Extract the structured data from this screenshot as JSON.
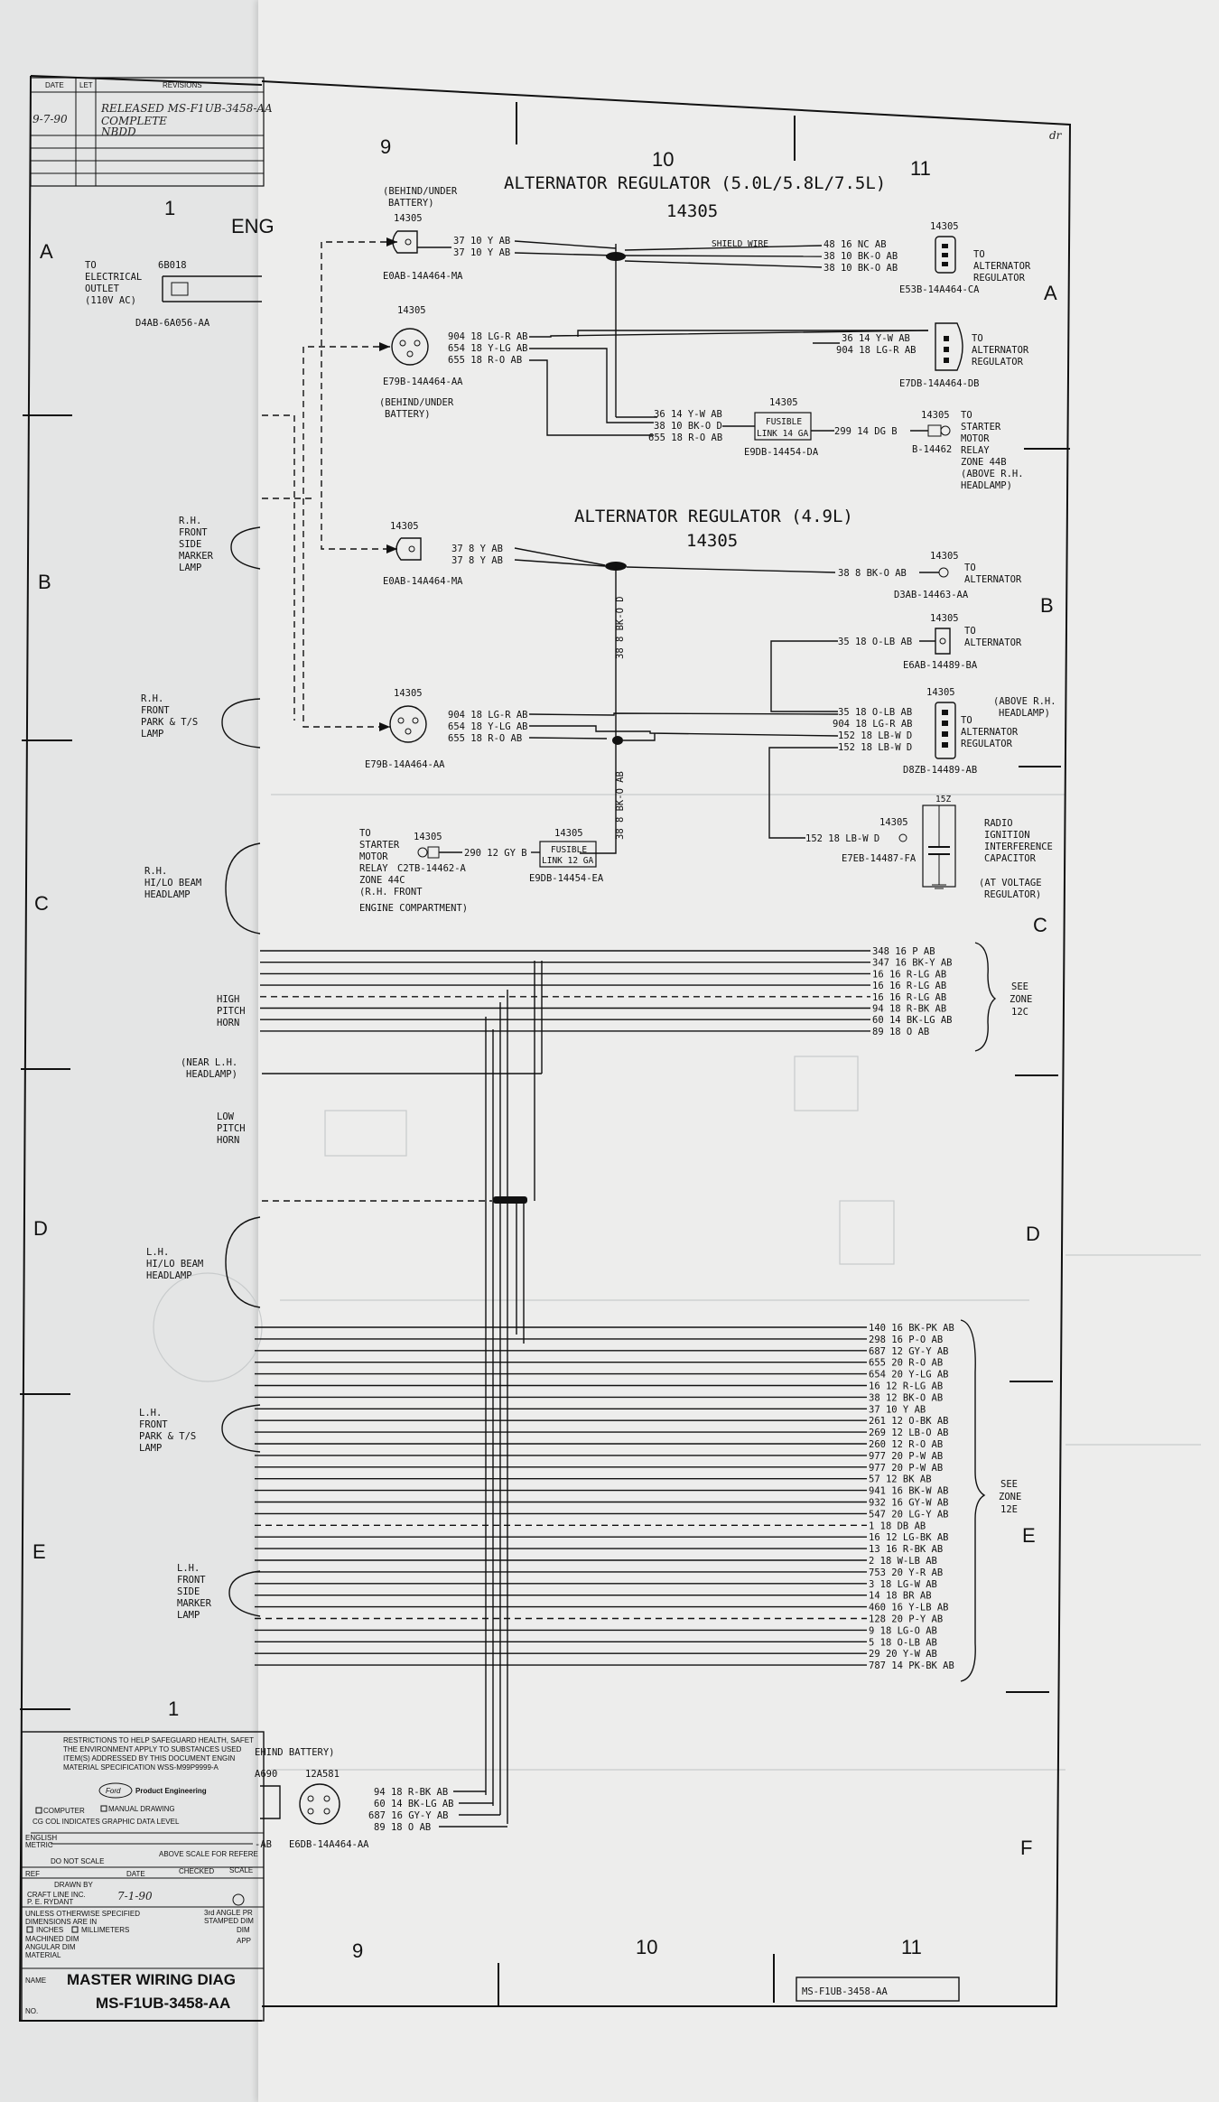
{
  "zones": {
    "numbers": [
      "9",
      "10",
      "11",
      "1",
      "9",
      "10",
      "11",
      "1"
    ],
    "letters_right": [
      "A",
      "B",
      "C",
      "D",
      "E",
      "F"
    ],
    "letters_left": [
      "A",
      "B",
      "C",
      "D",
      "E"
    ]
  },
  "revisions": {
    "col_date": "DATE",
    "col_ltr": "LET",
    "col_rev": "REVISIONS",
    "hand_date": "9-7-90",
    "hand_lines": [
      "RELEASED MS-F1UB-3458-AA",
      "COMPLETE",
      "NBDD"
    ]
  },
  "corner_mark": "dr",
  "left_sheet": {
    "eng_label": "ENG",
    "outlet": {
      "to": "TO",
      "line1": "ELECTRICAL",
      "line2": "OUTLET",
      "line3": "(110V AC)",
      "part": "6B018",
      "conn": "D4AB-6A056-AA"
    },
    "rh_marker": [
      "R.H.",
      "FRONT",
      "SIDE",
      "MARKER",
      "LAMP"
    ],
    "rh_park": [
      "R.H.",
      "FRONT",
      "PARK & T/S",
      "LAMP"
    ],
    "rh_head": [
      "R.H.",
      "HI/LO BEAM",
      "HEADLAMP"
    ],
    "high_horn": [
      "HIGH",
      "PITCH",
      "HORN"
    ],
    "near_lh": [
      "(NEAR L.H.",
      "HEADLAMP)"
    ],
    "low_horn": [
      "LOW",
      "PITCH",
      "HORN"
    ],
    "lh_head": [
      "L.H.",
      "HI/LO BEAM",
      "HEADLAMP"
    ],
    "lh_park": [
      "L.H.",
      "FRONT",
      "PARK & T/S",
      "LAMP"
    ],
    "lh_marker": [
      "L.H.",
      "FRONT",
      "SIDE",
      "MARKER",
      "LAMP"
    ]
  },
  "title_block": {
    "restrictions": [
      "RESTRICTIONS TO HELP SAFEGUARD HEALTH, SAFET",
      "THE ENVIRONMENT APPLY TO SUBSTANCES USED",
      "ITEM(S) ADDRESSED BY THIS DOCUMENT ENGIN",
      "MATERIAL SPECIFICATION WSS-M99P9999-A"
    ],
    "brand": "Ford",
    "brand_sub": "Product Engineering",
    "computer": "COMPUTER",
    "manual": "MANUAL DRAWING",
    "cg": "CG COL INDICATES GRAPHIC DATA LEVEL",
    "english": "ENGLISH",
    "metric": "METRIC",
    "scale_ref": "ABOVE SCALE FOR REFERE",
    "do_not": "DO NOT SCALE",
    "ref": "REF",
    "drawn_by": "DRAWN BY",
    "date": "DATE",
    "checked": "CHECKED",
    "scale": "SCALE",
    "drawer": "CRAFT LINE INC.",
    "drawer2": "P. E. RYDANT",
    "drawn_date": "7-1-90",
    "unless": [
      "UNLESS OTHERWISE SPECIFIED",
      "DIMENSIONS ARE IN",
      "INCHES",
      "MILLIMETERS",
      "MACHINED DIM",
      "ANGULAR DIM",
      "MATERIAL"
    ],
    "third_angle": [
      "3rd ANGLE PR",
      "STAMPED DIM",
      "DIM"
    ],
    "app": "APP",
    "name": "NAME",
    "no": "NO.",
    "title": "MASTER WIRING DIAG",
    "number": "MS-F1UB-3458-AA",
    "num_box": "MS-F1UB-3458-AA"
  },
  "alt1": {
    "title": "ALTERNATOR REGULATOR (5.0L/5.8L/7.5L)",
    "num": "14305",
    "c1": {
      "loc1": "(BEHIND/UNDER",
      "loc2": "BATTERY)",
      "part": "14305",
      "pins": [
        "37 10 Y AB",
        "37 10 Y AB"
      ],
      "conn": "E0AB-14A464-MA"
    },
    "c2": {
      "part": "14305",
      "pins": [
        "904 18 LG-R AB",
        "654 18 Y-LG AB",
        "655 18 R-O AB"
      ],
      "conn": "E79B-14A464-AA",
      "loc1": "(BEHIND/UNDER",
      "loc2": "BATTERY)"
    },
    "shield": "SHIELD WIRE",
    "r1": {
      "part": "14305",
      "pins": [
        "48 16 NC AB",
        "38 10 BK-O AB",
        "38 10 BK-O AB"
      ],
      "conn": "E53B-14A464-CA",
      "to": [
        "TO",
        "ALTERNATOR",
        "REGULATOR"
      ]
    },
    "r2": {
      "pins": [
        "36 14 Y-W AB",
        "904 18 LG-R AB"
      ],
      "conn": "E7DB-14A464-DB",
      "to": [
        "TO",
        "ALTERNATOR",
        "REGULATOR"
      ]
    },
    "fuse": {
      "part": "14305",
      "l1": "FUSIBLE",
      "l2": "LINK 14 GA",
      "pins": [
        "36 14 Y-W AB",
        "38 10 BK-O D",
        "655 18 R-O AB"
      ],
      "out": "299 14 DG B",
      "conn": "E9DB-14454-DA"
    },
    "starter": {
      "part": "14305",
      "conn": "B-14462",
      "to": [
        "TO",
        "STARTER",
        "MOTOR",
        "RELAY",
        "ZONE 44B",
        "(ABOVE R.H.",
        "HEADLAMP)"
      ]
    }
  },
  "alt2": {
    "title": "ALTERNATOR REGULATOR (4.9L)",
    "num": "14305",
    "c1": {
      "part": "14305",
      "pins": [
        "37 8  Y AB",
        "37 8  Y AB"
      ],
      "conn": "E0AB-14A464-MA"
    },
    "r1": {
      "part": "14305",
      "pin": "38 8  BK-O AB",
      "conn": "D3AB-14463-AA",
      "to": [
        "TO",
        "ALTERNATOR"
      ]
    },
    "vert1": "38 8  BK-O D",
    "r2": {
      "part": "14305",
      "pin": "35 18 O-LB AB",
      "conn": "E6AB-14489-BA",
      "to": [
        "TO",
        "ALTERNATOR"
      ]
    },
    "c2": {
      "part": "14305",
      "pins": [
        "904 18 LG-R AB",
        "654 18 Y-LG AB",
        "655 18 R-O AB"
      ],
      "conn": "E79B-14A464-AA"
    },
    "r3": {
      "part": "14305",
      "pins": [
        "35 18 O-LB AB",
        "904 18 LG-R AB",
        "152 18 LB-W D",
        "152 18 LB-W D"
      ],
      "conn": "D8ZB-14489-AB",
      "to": [
        "TO",
        "ALTERNATOR",
        "REGULATOR"
      ],
      "note": [
        "(ABOVE R.H.",
        "HEADLAMP)"
      ]
    },
    "vert2": "38 8  BK-O AB",
    "starter": {
      "to": [
        "TO",
        "STARTER",
        "MOTOR",
        "RELAY",
        "ZONE 44C",
        "(R.H. FRONT",
        "ENGINE COMPARTMENT)"
      ],
      "conn": "C2TB-14462-A",
      "part": "14305",
      "pin": "290 12 GY B"
    },
    "fuse": {
      "part": "14305",
      "l1": "FUSIBLE",
      "l2": "LINK 12 GA",
      "conn": "E9DB-14454-EA"
    },
    "cap": {
      "part": "14305",
      "pin": "152 18 LB-W D",
      "conn": "E7EB-14487-FA",
      "label": [
        "RADIO",
        "IGNITION",
        "INTERFERENCE",
        "CAPACITOR"
      ],
      "val": "15Z",
      "loc": [
        "(AT VOLTAGE",
        "REGULATOR)"
      ]
    }
  },
  "bundle1": {
    "wires": [
      "348 16 P AB",
      "347 16 BK-Y AB",
      "16 16 R-LG AB",
      "16 16 R-LG AB",
      "16 16 R-LG AB",
      "94 18 R-BK AB",
      "60 14 BK-LG AB",
      "89 18 O AB"
    ],
    "see": [
      "SEE",
      "ZONE",
      "12C"
    ]
  },
  "bundle2": {
    "wires": [
      "140 16 BK-PK AB",
      "298 16 P-O AB",
      "687 12 GY-Y AB",
      "655 20 R-O AB",
      "654 20 Y-LG AB",
      "16 12 R-LG AB",
      "38 12 BK-O AB",
      "37 10 Y AB",
      "261 12 O-BK AB",
      "269 12 LB-O AB",
      "260 12 R-O AB",
      "977 20 P-W AB",
      "977 20 P-W AB",
      "57 12 BK AB",
      "941 16 BK-W AB",
      "932 16 GY-W AB",
      "547 20 LG-Y AB",
      "1 18 DB AB",
      "16 12 LG-BK AB",
      "13 16 R-BK AB",
      "2 18 W-LB AB",
      "753 20 Y-R AB",
      "3 18 LG-W AB",
      "14 18 BR AB",
      "460 16 Y-LB AB",
      "128 20 P-Y AB",
      "9 18 LG-O AB",
      "5 18 O-LB AB",
      "29 20 Y-W AB",
      "787 14 PK-BK AB"
    ],
    "see": [
      "SEE",
      "ZONE",
      "12E"
    ]
  },
  "bottom_conn": {
    "loc": "EHIND BATTERY)",
    "part_left": "A690",
    "part_right": "12A581",
    "pins": [
      "94 18 R-BK AB",
      "60 14 BK-LG AB",
      "687 16 GY-Y AB",
      "89 18 O AB"
    ],
    "conn": "E6DB-14A464-AA",
    "conn_left": "-AB"
  }
}
